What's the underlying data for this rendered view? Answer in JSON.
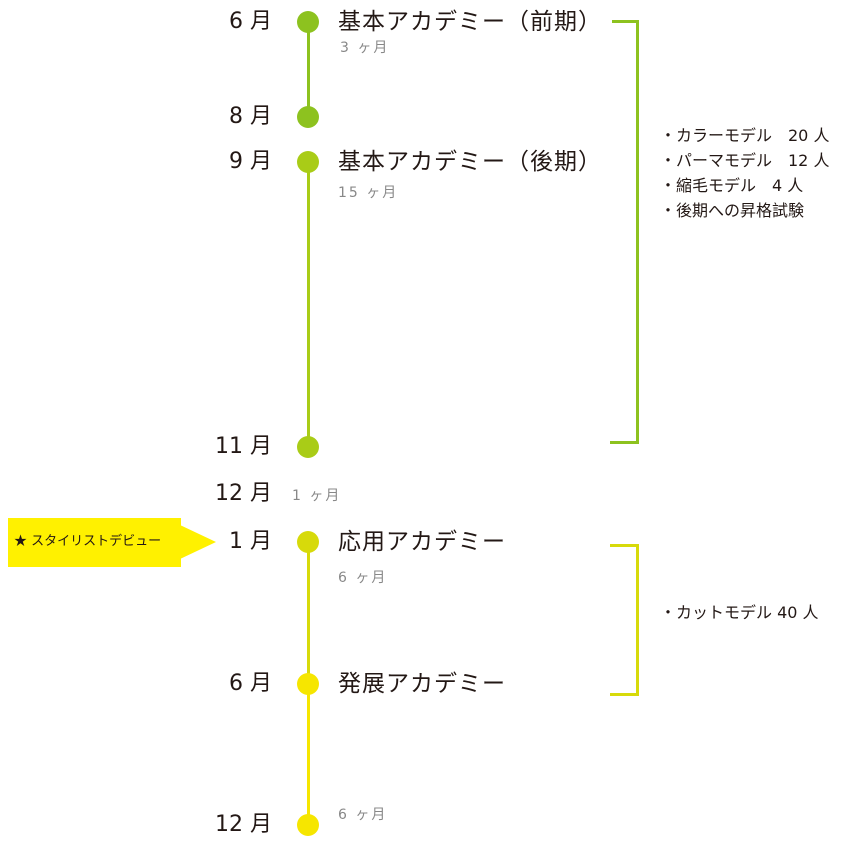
{
  "colors": {
    "green": "#8dc21f",
    "lime": "#a9cc17",
    "olive_yellow": "#d7da0a",
    "yellow": "#f6e600",
    "callout": "#fff100"
  },
  "timeline": {
    "months": [
      "6 月",
      "8 月",
      "9 月",
      "11 月",
      "12 月",
      "1 月",
      "6 月",
      "12 月"
    ],
    "phases": [
      {
        "title": "基本アカデミー（前期）",
        "duration": "3 ヶ月"
      },
      {
        "title": "基本アカデミー（後期）",
        "duration": "15 ヶ月"
      },
      {
        "title": "応用アカデミー",
        "duration": "6 ヶ月"
      },
      {
        "title": "発展アカデミー",
        "duration": "6 ヶ月"
      }
    ],
    "gap_duration": "1 ヶ月"
  },
  "callout": {
    "label": "★ スタイリストデビュー"
  },
  "notes_basic": [
    "・カラーモデル　20 人",
    "・パーマモデル　12 人",
    "・縮毛モデル　4 人",
    "・後期への昇格試験"
  ],
  "notes_advanced": [
    "・カットモデル 40 人"
  ]
}
